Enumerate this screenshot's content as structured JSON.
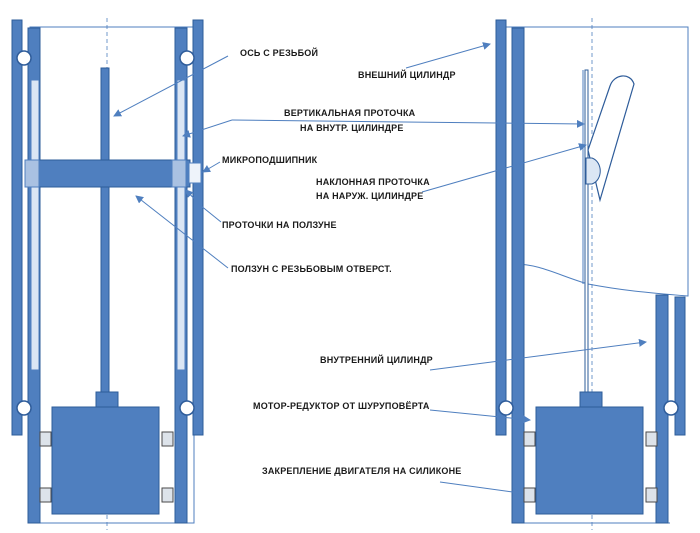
{
  "labels": {
    "axis_threaded": "ОСЬ С РЕЗЬБОЙ",
    "outer_cylinder": "ВНЕШНИЙ ЦИЛИНДР",
    "vertical_groove_line1": "ВЕРТИКАЛЬНАЯ ПРОТОЧКА",
    "vertical_groove_line2": "НА ВНУТР. ЦИЛИНДРЕ",
    "micro_bearing": "МИКРОПОДШИПНИК",
    "inclined_groove_line1": "НАКЛОННАЯ ПРОТОЧКА",
    "inclined_groove_line2": "НА НАРУЖ. ЦИЛИНДРЕ",
    "slider_grooves": "ПРОТОЧКИ НА ПОЛЗУНЕ",
    "slider_threaded_hole": "ПОЛЗУН С РЕЗЬБОВЫМ  ОТВЕРСТ.",
    "inner_cylinder": "ВНУТРЕННИЙ ЦИЛИНДР",
    "motor_gearbox": "МОТОР-РЕДУКТОР ОТ ШУРУПОВЁРТА",
    "motor_mount": "ЗАКРЕПЛЕНИЕ ДВИГАТЕЛЯ НА СИЛИКОНЕ"
  },
  "colors": {
    "part_fill": "#4f7fbf",
    "part_stroke": "#2e5c9a",
    "rail_light": "#dbe6f4",
    "text": "#1a1a1a"
  }
}
